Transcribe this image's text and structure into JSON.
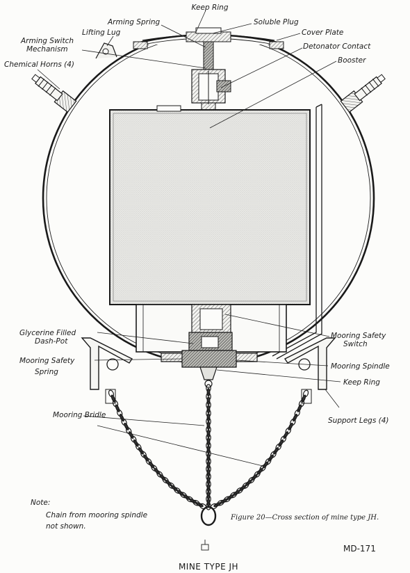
{
  "labels": {
    "keep_ring_top": "Keep Ring",
    "arming_spring": "Arming Spring",
    "soluble_plug": "Soluble Plug",
    "lifting_lug": "Lifting Lug",
    "cover_plate": "Cover Plate",
    "arming_switch_1": "Arming Switch",
    "arming_switch_2": "Mechanism",
    "detonator_contact": "Detonator Contact",
    "chemical_horns": "Chemical Horns (4)",
    "booster": "Booster",
    "glycerine_1": "Glycerine Filled",
    "glycerine_2": "Dash-Pot",
    "mooring_safety_switch_1": "Mooring Safety",
    "mooring_safety_switch_2": "Switch",
    "mooring_safety_spring_1": "Mooring Safety",
    "mooring_safety_spring_2": "Spring",
    "mooring_spindle": "Mooring Spindle",
    "keep_ring_bottom": "Keep Ring",
    "mooring_bridle": "Mooring Bridle",
    "support_legs": "Support Legs (4)"
  },
  "note": {
    "heading": "Note:",
    "line1": "Chain from mooring spindle",
    "line2": "not shown."
  },
  "caption": "Figure 20—Cross section of mine type JH.",
  "drawing_code": "MD-171",
  "page_title": "MINE TYPE JH"
}
